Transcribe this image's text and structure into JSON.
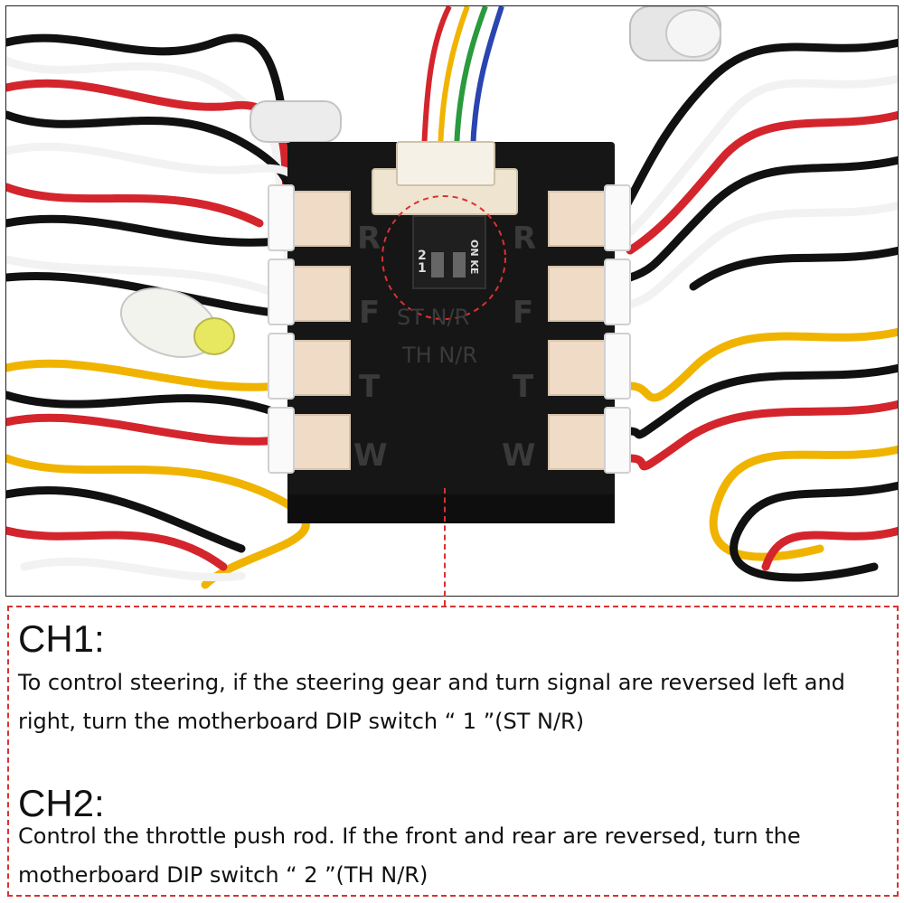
{
  "board": {
    "port_left": [
      "R",
      "F",
      "T",
      "W"
    ],
    "port_right": [
      "R",
      "F",
      "T",
      "W"
    ],
    "dip_on_label": "ON KE",
    "dip_numbers": [
      "1",
      "2"
    ],
    "switch1_label": "ST N/R",
    "switch2_label": "TH N/R"
  },
  "channels": [
    {
      "heading": "CH1:",
      "description": "To control steering, if the steering gear and turn signal are reversed left and right, turn the motherboard DIP switch “ 1 ”(ST N/R)"
    },
    {
      "heading": "CH2:",
      "description": "Control the throttle push rod. If the front and rear are reversed, turn the motherboard DIP switch “ 2 ”(TH N/R)"
    }
  ],
  "colors": {
    "accent_dash": "#d93232",
    "board": "#161616",
    "wire_red": "#d4252d",
    "wire_yellow": "#f0b400",
    "wire_green": "#2a9a3c",
    "wire_blue": "#2a44b0"
  }
}
